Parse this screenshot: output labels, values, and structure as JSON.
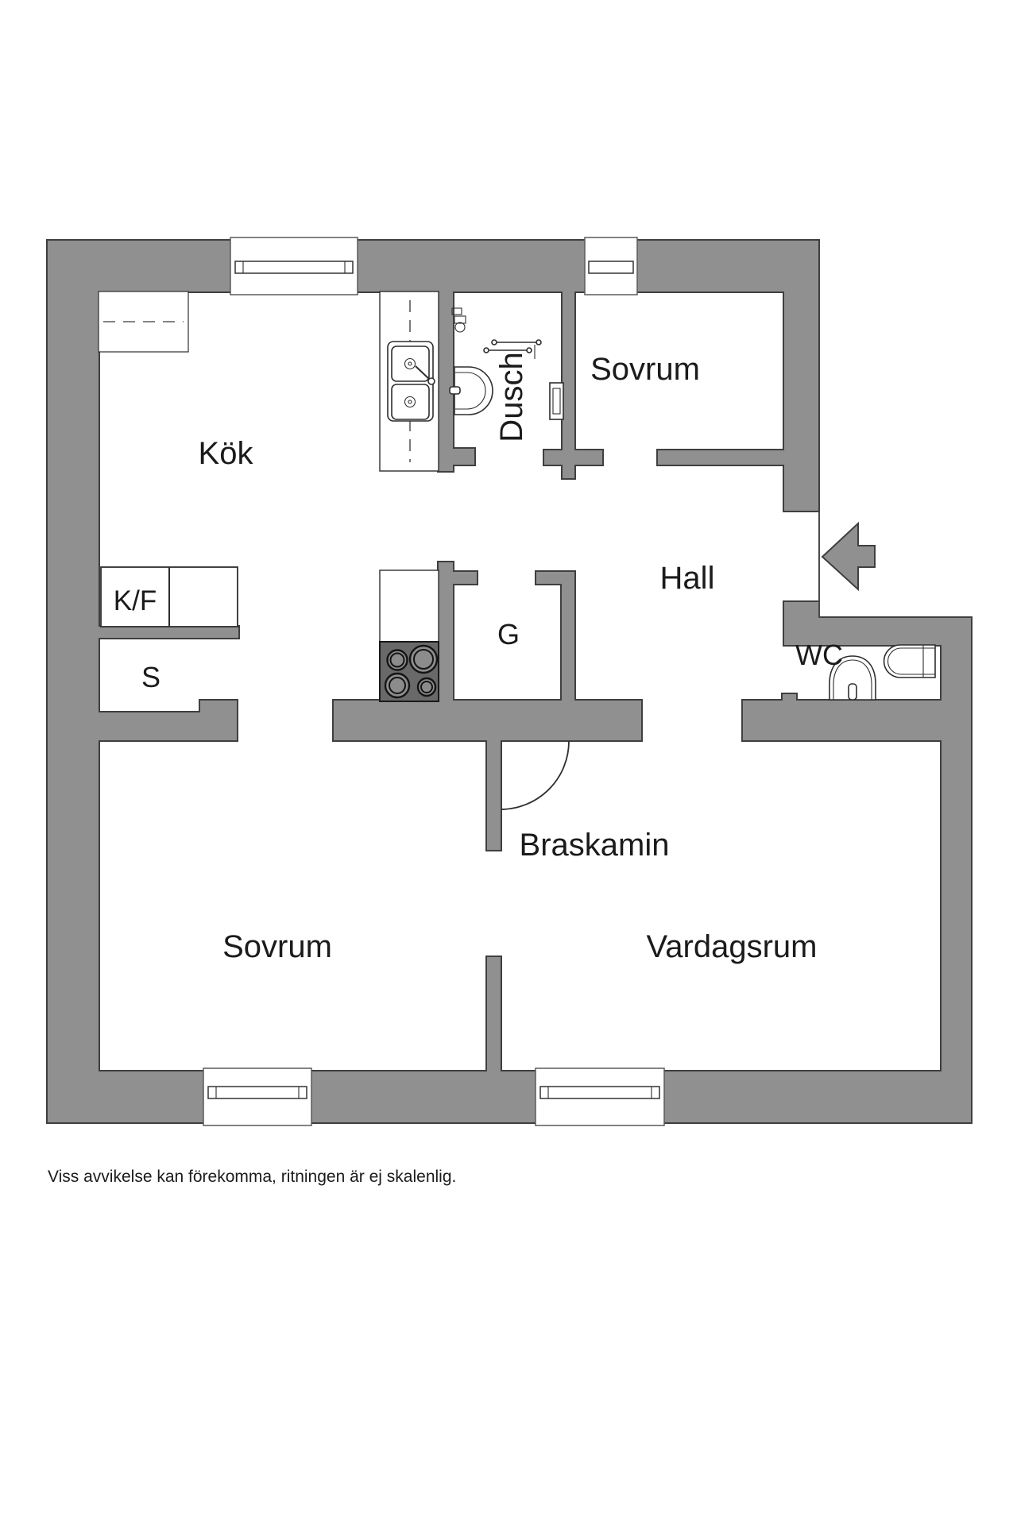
{
  "plan": {
    "labels": {
      "kok": "Kök",
      "sovrum_top": "Sovrum",
      "dusch": "Dusch",
      "hall": "Hall",
      "wc": "WC",
      "closet_g": "G",
      "closet_s": "S",
      "fridge_freezer": "K/F",
      "sovrum_bottom": "Sovrum",
      "vardagsrum": "Vardagsrum",
      "braskamin": "Braskamin"
    },
    "colors": {
      "bg": "#ffffff",
      "wall": "#909090",
      "wall_outline": "#3f3f3f",
      "stove": "#696969",
      "fixture": "#2e2e2e",
      "text": "#1b1b1b"
    }
  },
  "footer": {
    "disclaimer": "Viss avvikelse kan förekomma, ritningen är ej skalenlig."
  }
}
